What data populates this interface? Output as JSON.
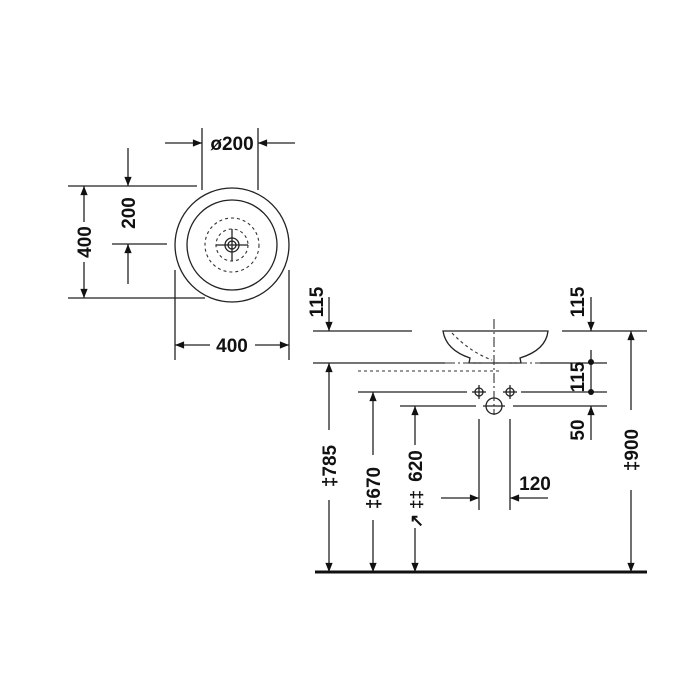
{
  "top_view": {
    "diameter_label": "ø200",
    "height_label": "400",
    "half_label": "200",
    "width_label": "400"
  },
  "side_view": {
    "left_bowl_height": "115",
    "right_bowl_height": "115",
    "right_gap": "115",
    "right_offset": "50",
    "height_785": "‡785",
    "height_670": "‡670",
    "height_620": "620",
    "height_620_marks": "↗ ‡‡",
    "height_900": "‡900",
    "spacing_120": "120"
  }
}
